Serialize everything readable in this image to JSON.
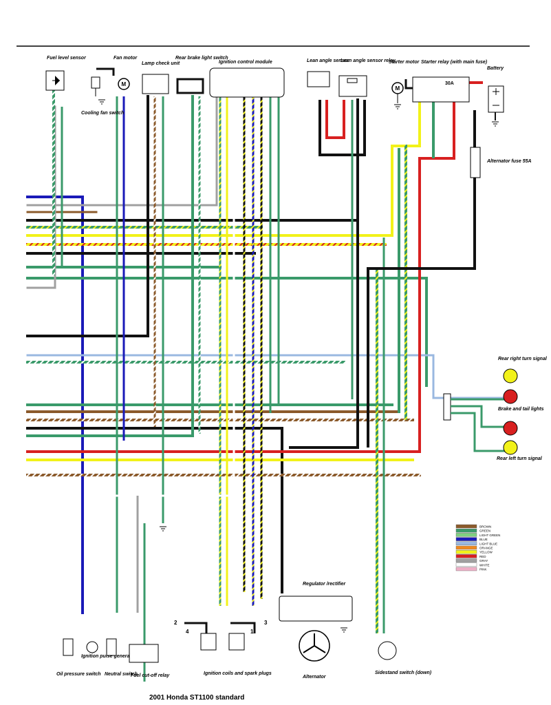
{
  "title": "2001 Honda ST1100 standard",
  "colors": {
    "brown": "#8B5A2B",
    "green": "#3a9a6a",
    "light_green": "#7fd07f",
    "blue": "#1a1ab8",
    "light_blue": "#9ab8e0",
    "orange": "#f08a20",
    "yellow": "#f2f21a",
    "red": "#d82020",
    "gray": "#a0a0a0",
    "white": "#ffffff",
    "pink": "#f0b0c8",
    "black": "#111111"
  },
  "components": {
    "fuel_level_sensor": "Fuel level sensor",
    "fan_motor": "Fan motor",
    "cooling_fan_switch": "Cooling fan switch",
    "lamp_check_unit": "Lamp check unit",
    "rear_brake_light_switch": "Rear brake light switch",
    "ignition_control_module": "Ignition control module",
    "lean_angle_sensor": "Lean angle sensor",
    "lean_angle_sensor_relay": "Lean angle sensor relay",
    "starter_motor": "Starter motor",
    "starter_relay": "Starter relay (with main fuse)",
    "battery": "Battery",
    "alternator_fuse": "Alternator fuse 55A",
    "main_fuse_rating": "30A",
    "rear_right_turn_signal": "Rear right turn signal",
    "brake_and_tail_lights": "Brake and tail lights",
    "rear_left_turn_signal": "Rear left turn signal",
    "regulator_rectifier": "Regulator /rectifier",
    "alternator": "Alternator",
    "sidestand_switch": "Sidestand switch (down)",
    "oil_pressure_switch": "Oil pressure switch",
    "ignition_pulse_generator": "Ignition pulse generator",
    "neutral_switch": "Neutral switch",
    "fuel_cutoff_relay": "Fuel cut-off relay",
    "ignition_coils": "Ignition coils and spark plugs",
    "motor_symbol": "M",
    "plug_numbers": [
      "2",
      "4",
      "1",
      "3"
    ]
  },
  "legend": [
    {
      "label": "BROWN",
      "color": "#8B5A2B"
    },
    {
      "label": "GREEN",
      "color": "#3a9a6a"
    },
    {
      "label": "LIGHT GREEN",
      "color": "#7fd07f"
    },
    {
      "label": "BLUE",
      "color": "#1a1ab8"
    },
    {
      "label": "LIGHT BLUE",
      "color": "#9ab8e0"
    },
    {
      "label": "ORANGE",
      "color": "#f08a20"
    },
    {
      "label": "YELLOW",
      "color": "#f2f21a"
    },
    {
      "label": "RED",
      "color": "#d82020"
    },
    {
      "label": "GRAY",
      "color": "#a0a0a0"
    },
    {
      "label": "WHITE",
      "color": "#ffffff"
    },
    {
      "label": "PINK",
      "color": "#f0b0c8"
    }
  ]
}
